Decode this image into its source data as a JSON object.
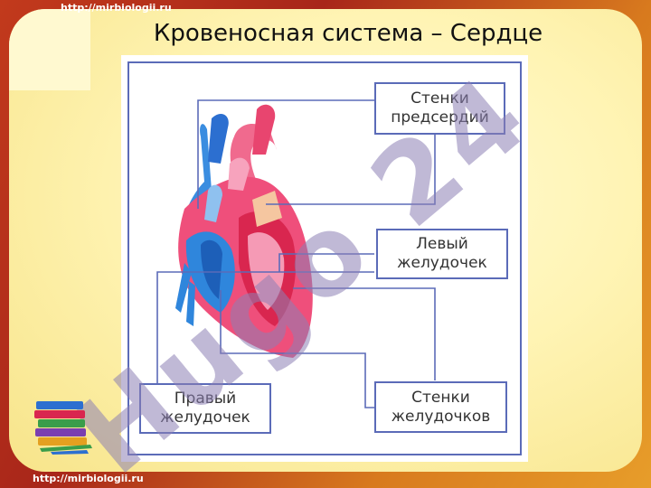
{
  "header": {
    "url_top": "http://mirbiologii.ru",
    "url_bottom": "http://mirbiologii.ru"
  },
  "slide": {
    "title": "Кровеносная система – Сердце"
  },
  "labels": {
    "atria_walls": {
      "line1": "Стенки",
      "line2": "предсердий"
    },
    "left_ventricle": {
      "line1": "Левый",
      "line2": "желудочек"
    },
    "right_ventricle": {
      "line1": "Правый",
      "line2": "желудочек"
    },
    "ventricle_walls": {
      "line1": "Стенки",
      "line2": "желудочков"
    }
  },
  "watermark": {
    "text": "Hugo 24"
  },
  "colors": {
    "frame": "#5b6bb8",
    "heart_red": "#e0305a",
    "heart_blue": "#2f7fd6",
    "heart_pink": "#f07aa0"
  },
  "icons": {
    "books": "stack-of-books-icon",
    "heart": "heart-illustration"
  }
}
